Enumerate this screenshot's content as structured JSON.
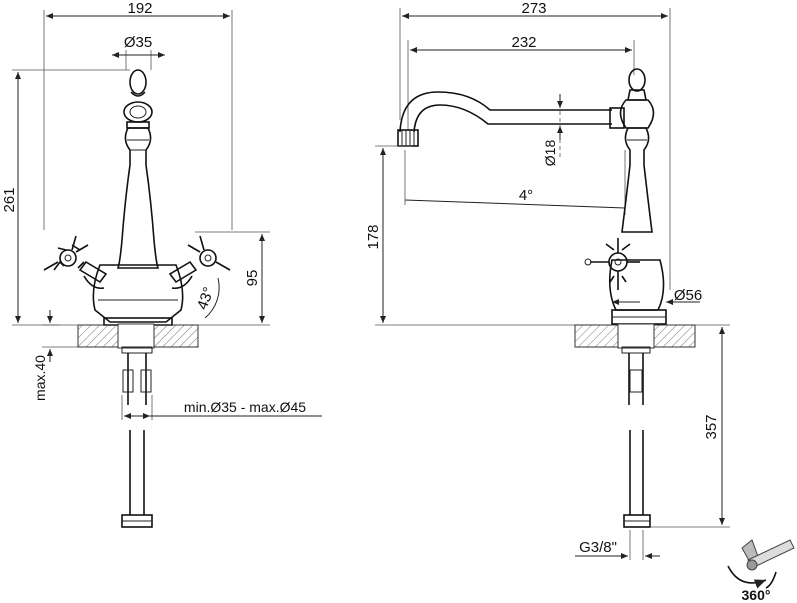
{
  "front_view": {
    "width_label": "192",
    "knob_diameter_label": "Ø35",
    "height_label": "261",
    "handle_height_label": "95",
    "handle_angle_label": "43°",
    "deck_thickness_label": "max.40",
    "hole_diameter_label": "min.Ø35 - max.Ø45"
  },
  "side_view": {
    "overall_depth_label": "273",
    "spout_reach_label": "232",
    "spout_diameter_label": "Ø18",
    "spout_angle_label": "4°",
    "spout_height_label": "178",
    "base_diameter_label": "Ø56",
    "hose_length_label": "357",
    "connection_label": "G3/8\""
  },
  "rotation_icon": {
    "label": "360°"
  }
}
